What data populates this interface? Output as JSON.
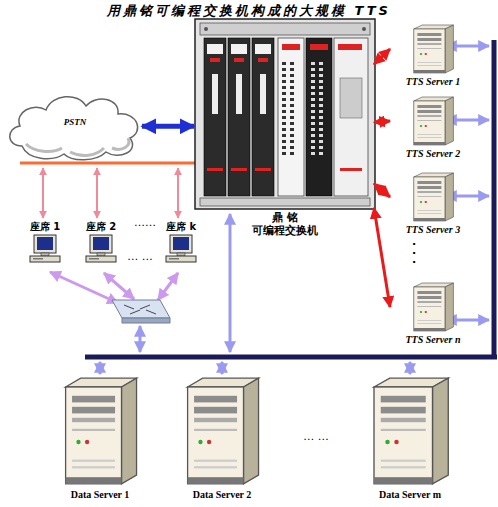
{
  "diagram": {
    "title": "用鼎铭可编程交换机构成的大规模 TTS",
    "nodes": [
      {
        "text": [
          "PSTN"
        ]
      },
      {
        "text": [
          "鼎 铭 可编程交换机"
        ]
      },
      {
        "text": [
          "TTS Server 1"
        ]
      },
      {
        "text": [
          "TTS Server 2"
        ]
      },
      {
        "text": [
          "TTS Server 3"
        ]
      },
      {
        "text": [
          "TTS Server n"
        ]
      },
      {
        "text": [
          "座席 1"
        ]
      },
      {
        "text": [
          "座席 2"
        ]
      },
      {
        "text": [
          "座席 k"
        ]
      },
      {
        "text": [
          "Data Server 1"
        ]
      },
      {
        "text": [
          "Data Server 2"
        ]
      },
      {
        "text": [
          "Data Server m"
        ]
      }
    ],
    "edges": [
      {
        "from": 0,
        "to": 1,
        "arrow": "both"
      },
      {
        "from": 1,
        "to": 2,
        "arrow": "both"
      },
      {
        "from": 1,
        "to": 3,
        "arrow": "both"
      },
      {
        "from": 1,
        "to": 4,
        "arrow": "both"
      },
      {
        "from": 1,
        "to": 5,
        "arrow": "both"
      }
    ],
    "labels": [
      "……",
      "… …",
      "· · ·",
      "… …"
    ]
  }
}
